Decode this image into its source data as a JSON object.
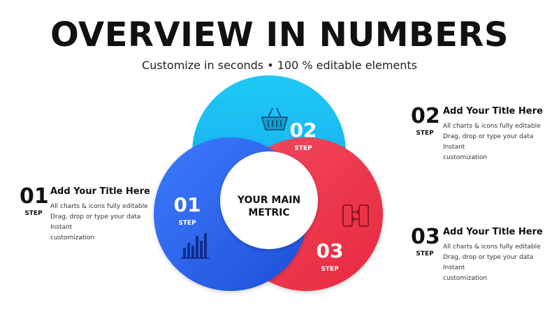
{
  "header": {
    "title": "OVERVIEW IN NUMBERS",
    "subtitle": "Customize in seconds • 100 % editable elements"
  },
  "diagram": {
    "center_line1": "YOUR MAIN",
    "center_line2": "METRIC",
    "circles": [
      {
        "number": "01",
        "step": "STEP",
        "icon": "bar-chart-icon",
        "color": "#2F6BF2"
      },
      {
        "number": "02",
        "step": "STEP",
        "icon": "shopping-basket-icon",
        "color": "#1FC3F3"
      },
      {
        "number": "03",
        "step": "STEP",
        "icon": "phone-transfer-icon",
        "color": "#F2425A"
      }
    ]
  },
  "callouts": [
    {
      "number": "01",
      "step": "STEP",
      "title": "Add Your Title Here",
      "line1": "All charts & icons fully editable",
      "line2": "Drag, drop or type your data Instant",
      "line3": "customization"
    },
    {
      "number": "02",
      "step": "STEP",
      "title": "Add Your Title Here",
      "line1": "All charts & icons fully editable",
      "line2": "Drag, drop or type your data Instant",
      "line3": "customization"
    },
    {
      "number": "03",
      "step": "STEP",
      "title": "Add Your Title Here",
      "line1": "All charts & icons fully editable",
      "line2": "Drag, drop or type your data Instant",
      "line3": "customization"
    }
  ]
}
